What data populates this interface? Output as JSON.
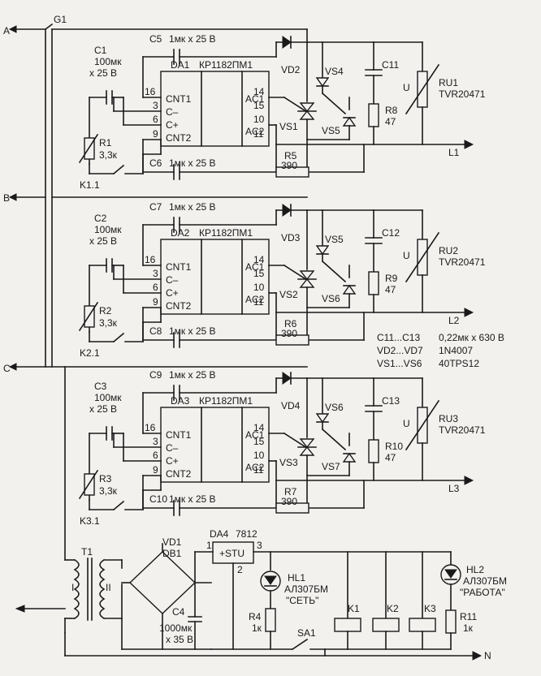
{
  "rails": {
    "a": "A",
    "b": "B",
    "c": "C",
    "g1": "G1",
    "n": "N"
  },
  "channels": [
    {
      "chip_ref": "DA1",
      "chip_type": "КР1182ПМ1",
      "pins": {
        "p16": "16",
        "p3": "3",
        "p6": "6",
        "p9": "9",
        "p14": "14",
        "p15": "15",
        "p10": "10",
        "p11": "11"
      },
      "chip_labels": {
        "cnt1": "CNT1",
        "cminus": "C–",
        "cplus": "C+",
        "cnt2": "CNT2",
        "ac1": "AC1",
        "ac2": "AC2"
      },
      "c_top_ref": "C5",
      "c_top_val": "1мк x 25 В",
      "c_bot_ref": "C6",
      "c_bot_val": "1мк x 25 В",
      "c_side_ref": "C1",
      "c_side_val1": "100мк",
      "c_side_val2": "x 25 В",
      "r_side_ref": "R1",
      "r_side_val": "3,3к",
      "contact_ref": "K1.1",
      "vd_ref": "VD2",
      "vs_main": "VS1",
      "vs_opt_a": "VS4",
      "vs_opt_b": "VS5",
      "c_snub_ref": "C11",
      "r_snub_ref": "R8",
      "r_snub_val": "47",
      "r_ser_ref": "R5",
      "r_ser_val": "390",
      "var_ref": "RU1",
      "var_type": "TVR20471",
      "u": "U",
      "out": "L1"
    },
    {
      "chip_ref": "DA2",
      "chip_type": "КР1182ПМ1",
      "pins": {
        "p16": "16",
        "p3": "3",
        "p6": "6",
        "p9": "9",
        "p14": "14",
        "p15": "15",
        "p10": "10",
        "p11": "11"
      },
      "chip_labels": {
        "cnt1": "CNT1",
        "cminus": "C–",
        "cplus": "C+",
        "cnt2": "CNT2",
        "ac1": "AC1",
        "ac2": "AC2"
      },
      "c_top_ref": "C7",
      "c_top_val": "1мк x 25 В",
      "c_bot_ref": "C8",
      "c_bot_val": "1мк x 25 В",
      "c_side_ref": "C2",
      "c_side_val1": "100мк",
      "c_side_val2": "x 25 В",
      "r_side_ref": "R2",
      "r_side_val": "3,3к",
      "contact_ref": "K2.1",
      "vd_ref": "VD3",
      "vs_main": "VS2",
      "vs_opt_a": "VS5",
      "vs_opt_b": "VS6",
      "c_snub_ref": "C12",
      "r_snub_ref": "R9",
      "r_snub_val": "47",
      "r_ser_ref": "R6",
      "r_ser_val": "390",
      "var_ref": "RU2",
      "var_type": "TVR20471",
      "u": "U",
      "out": "L2"
    },
    {
      "chip_ref": "DA3",
      "chip_type": "КР1182ПМ1",
      "pins": {
        "p16": "16",
        "p3": "3",
        "p6": "6",
        "p9": "9",
        "p14": "14",
        "p15": "15",
        "p10": "10",
        "p11": "11"
      },
      "chip_labels": {
        "cnt1": "CNT1",
        "cminus": "C–",
        "cplus": "C+",
        "cnt2": "CNT2",
        "ac1": "AC1",
        "ac2": "AC2"
      },
      "c_top_ref": "C9",
      "c_top_val": "1мк x 25 В",
      "c_bot_ref": "C10",
      "c_bot_val": "1мк x 25 В",
      "c_side_ref": "C3",
      "c_side_val1": "100мк",
      "c_side_val2": "x 25 В",
      "r_side_ref": "R3",
      "r_side_val": "3,3к",
      "contact_ref": "K3.1",
      "vd_ref": "VD4",
      "vs_main": "VS3",
      "vs_opt_a": "VS6",
      "vs_opt_b": "VS7",
      "c_snub_ref": "C13",
      "r_snub_ref": "R10",
      "r_snub_val": "47",
      "r_ser_ref": "R7",
      "r_ser_val": "390",
      "var_ref": "RU3",
      "var_type": "TVR20471",
      "u": "U",
      "out": "L3"
    }
  ],
  "notes": [
    {
      "ref": "C11...C13",
      "val": "0,22мк x 630 В"
    },
    {
      "ref": "VD2...VD7",
      "val": "1N4007"
    },
    {
      "ref": "VS1...VS6",
      "val": "40TPS12"
    }
  ],
  "psu": {
    "t1": "T1",
    "t1_p": "I",
    "t1_s": "II",
    "vd1": "VD1",
    "db1": "DB1",
    "c4": "C4",
    "c4_v1": "1000мк",
    "c4_v2": "x 35 В",
    "da4": "DA4",
    "da4_type": "7812",
    "stu": "+STU",
    "da4_p1": "1",
    "da4_p2": "2",
    "da4_p3": "3",
    "hl1": "HL1",
    "hl1_type": "АЛ307БМ",
    "hl1_name": "\"СЕТЬ\"",
    "r4": "R4",
    "r4_v": "1к",
    "sa1": "SA1",
    "k1": "K1",
    "k2": "K2",
    "k3": "K3",
    "hl2": "HL2",
    "hl2_type": "АЛ307БМ",
    "hl2_name": "\"РАБОТА\"",
    "r11": "R11",
    "r11_v": "1к"
  }
}
